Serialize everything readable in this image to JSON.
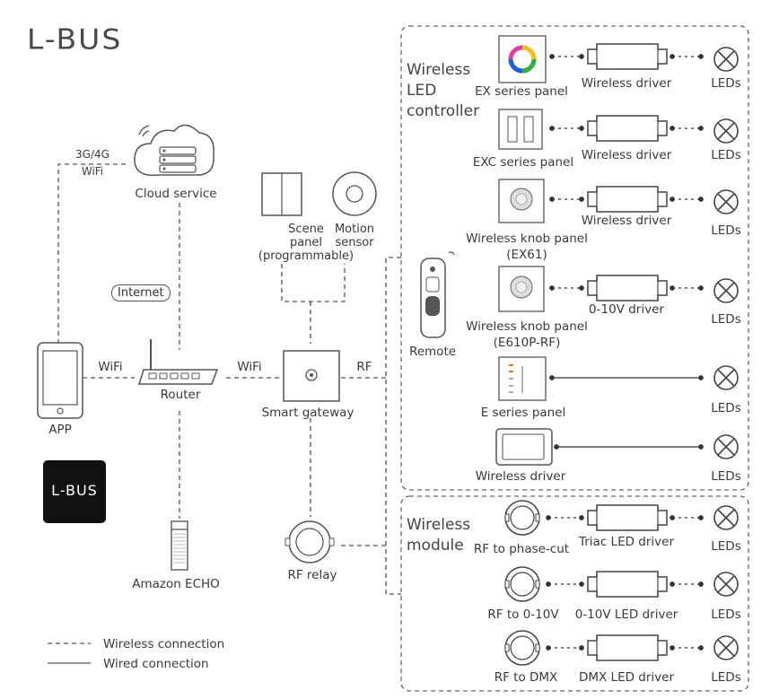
{
  "brand": "L-BUS",
  "app_badge": "L-BUS",
  "labels": {
    "cloud_link": "3G/4G",
    "cloud_wifi": "WiFi",
    "cloud_service": "Cloud service",
    "internet": "Internet",
    "app": "APP",
    "router": "Router",
    "wifi_app_router": "WiFi",
    "wifi_router_gateway": "WiFi",
    "rf": "RF",
    "scene_panel": "Scene\npanel\n(programmable)",
    "motion_sensor": "Motion\nsensor",
    "smart_gateway": "Smart gateway",
    "amazon_echo": "Amazon ECHO",
    "rf_relay": "RF relay",
    "remote": "Remote"
  },
  "wireless_led_controller": {
    "title": "Wireless\nLED\ncontroller",
    "rows": [
      {
        "device": "EX series panel",
        "driver": "Wireless driver",
        "load": "LEDs"
      },
      {
        "device": "EXC series panel",
        "driver": "Wireless driver",
        "load": "LEDs"
      },
      {
        "device": "Wireless knob panel\n(EX61)",
        "driver": "Wireless driver",
        "load": "LEDs"
      },
      {
        "device": "Wireless knob panel\n(E610P-RF)",
        "driver": "0-10V driver",
        "load": "LEDs"
      },
      {
        "device": "E series panel",
        "driver": "",
        "load": "LEDs"
      },
      {
        "device": "Wireless driver",
        "driver": "",
        "load": "LEDs"
      }
    ]
  },
  "wireless_module": {
    "title": "Wireless\nmodule",
    "rows": [
      {
        "device": "RF to phase-cut",
        "driver": "Triac LED driver",
        "load": "LEDs"
      },
      {
        "device": "RF to 0-10V",
        "driver": "0-10V LED driver",
        "load": "LEDs"
      },
      {
        "device": "RF to DMX",
        "driver": "DMX LED driver",
        "load": "LEDs"
      }
    ]
  },
  "legend": [
    {
      "style": "dashed",
      "label": "Wireless connection"
    },
    {
      "style": "solid",
      "label": "Wired connection"
    }
  ]
}
